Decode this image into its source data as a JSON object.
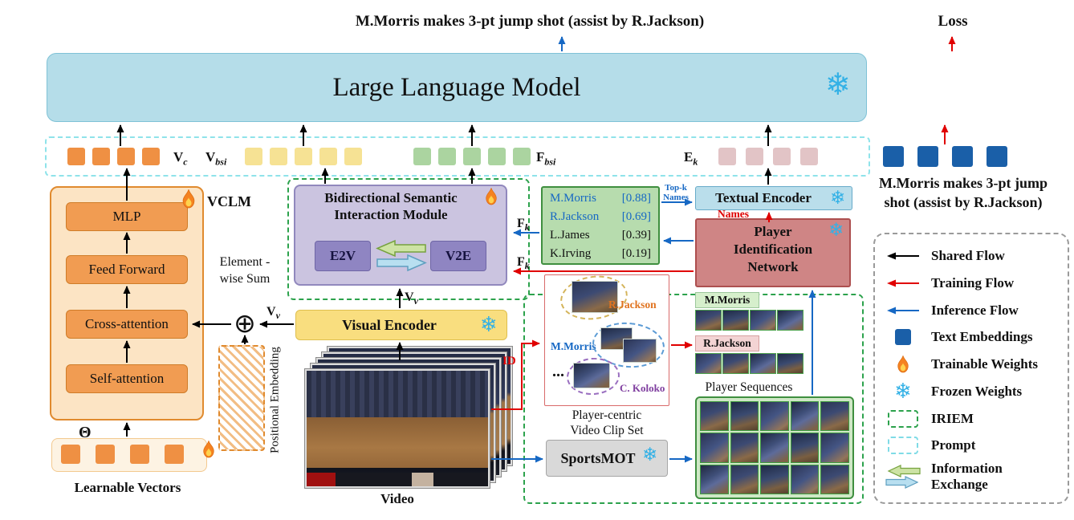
{
  "icons": {
    "snowflake": "❄",
    "plus_circle": "⊕"
  },
  "top": {
    "caption": "M.Morris makes 3-pt jump shot (assist by R.Jackson)",
    "loss": "Loss"
  },
  "llm": {
    "title": "Large Language Model"
  },
  "embeddings": {
    "vc": {
      "base": "V",
      "sub": "c"
    },
    "vbsi": {
      "base": "V",
      "sub": "bsi"
    },
    "fbsi": {
      "base": "F",
      "sub": "bsi"
    },
    "ek": {
      "base": "E",
      "sub": "k"
    }
  },
  "right_prompt": {
    "text": "M.Morris makes 3-pt jump shot (assist by R.Jackson)"
  },
  "vclm": {
    "label": "VCLM",
    "blocks": [
      "MLP",
      "Feed Forward",
      "Cross-attention",
      "Self-attention"
    ],
    "theta": "Θ",
    "learnable_vectors": "Learnable Vectors"
  },
  "middle": {
    "element_wise_sum": "Element -wise Sum",
    "positional_embedding": "Positional Embedding",
    "visual_encoder": "Visual Encoder",
    "video_label": "Video",
    "vv": {
      "base": "V",
      "sub": "v"
    }
  },
  "bsim": {
    "title": "Bidirectional Semantic Interaction Module",
    "e2v": "E2V",
    "v2e": "V2E",
    "fk": {
      "base": "F",
      "sub": "k"
    }
  },
  "topk": {
    "rows": [
      {
        "name": "M.Morris",
        "score": "[0.88]"
      },
      {
        "name": "R.Jackson",
        "score": "[0.69]"
      },
      {
        "name": "L.James",
        "score": "[0.39]"
      },
      {
        "name": "K.Irving",
        "score": "[0.19]"
      }
    ],
    "topk_names": "Top-k Names",
    "names": "Names"
  },
  "identification": {
    "textual_encoder": "Textual Encoder",
    "player_id_network": "Player Identification Network",
    "sportsmot": "SportsMOT"
  },
  "clip_set": {
    "caption": "Player-centric Video Clip Set",
    "id_label": "ID",
    "players": {
      "p1": "R.Jackson",
      "p2": "M.Morris",
      "p3": "C. Koloko"
    },
    "ellipsis": "..."
  },
  "sequences": {
    "caption": "Player Sequences",
    "p1": "M.Morris",
    "p2": "R.Jackson"
  },
  "legend": {
    "items": [
      {
        "label": "Shared Flow"
      },
      {
        "label": "Training Flow"
      },
      {
        "label": "Inference Flow"
      },
      {
        "label": "Text Embeddings"
      },
      {
        "label": "Trainable Weights"
      },
      {
        "label": "Frozen Weights"
      },
      {
        "label": "IRIEM"
      },
      {
        "label": "Prompt"
      },
      {
        "label": "Information Exchange"
      }
    ]
  },
  "colors": {
    "shared_flow": "#000000",
    "training_flow": "#e00000",
    "inference_flow": "#1668c4",
    "text_embedding": "#1a5fa8",
    "iriem_border": "#2ca24c",
    "prompt_border": "#7fdbe6"
  }
}
